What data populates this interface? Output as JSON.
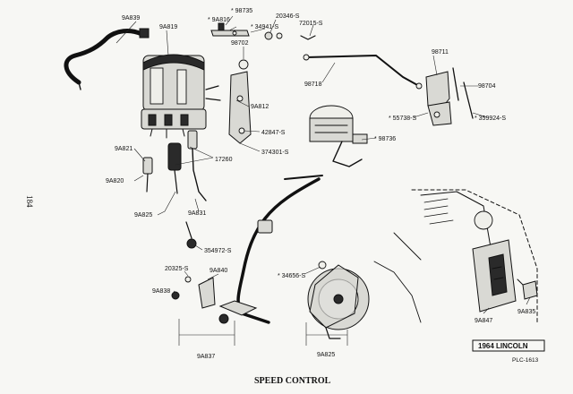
{
  "caption": "SPEED CONTROL",
  "page_number": "184",
  "identifier": "1964 LINCOLN",
  "figure_code": "PLC-1613",
  "labels": {
    "p_9A839": "9A839",
    "p_9A819": "9A819",
    "p_98735": "* 98735",
    "p_9A816": "* 9A816",
    "p_20346S": "20346-S",
    "p_34941S": "* 34941-S",
    "p_72015S": "72015-S",
    "p_98702": "98702",
    "p_98718": "98718",
    "p_98711": "98711",
    "p_98704": "98704",
    "p_9A812": "9A812",
    "p_55738S": "* 55738-S",
    "p_359924S": "* 359924-S",
    "p_42847S": "42847-S",
    "p_98736": "* 98736",
    "p_374301S": "374301-S",
    "p_9A821": "9A821",
    "p_17260": "17260",
    "p_9A820": "9A820",
    "p_9A825a": "9A825",
    "p_9A831": "9A831",
    "p_354972S": "354972-S",
    "p_20325S": "20325-S",
    "p_9A840": "9A840",
    "p_9A838": "9A838",
    "p_34656S": "* 34656-S",
    "p_9A837": "9A837",
    "p_9A825b": "9A825",
    "p_9A847": "9A847",
    "p_9A835": "9A835"
  }
}
